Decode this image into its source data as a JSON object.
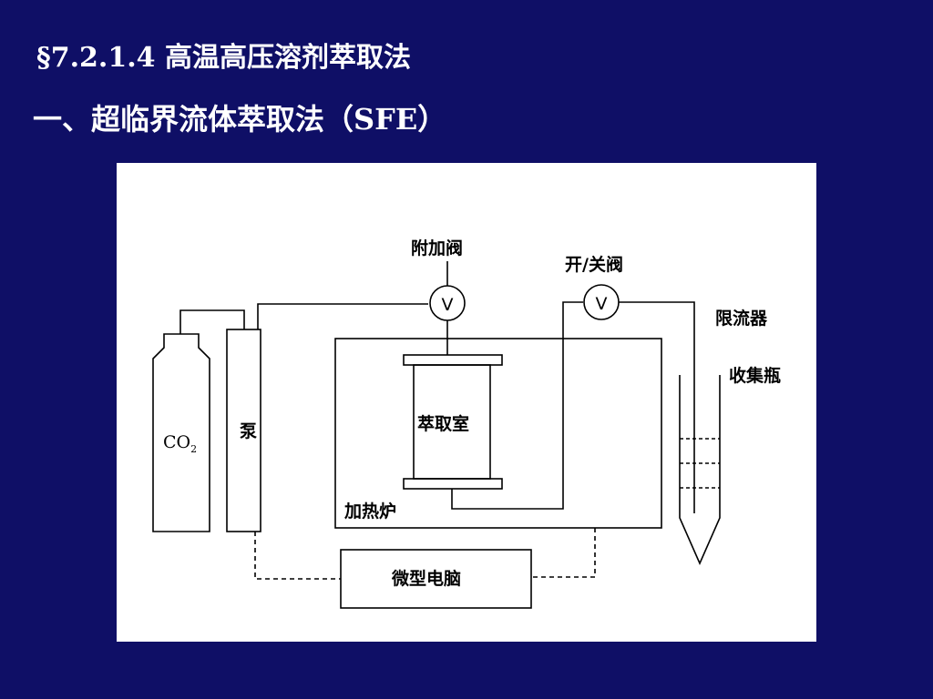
{
  "slide": {
    "section_title": "§7.2.1.4 高温高压溶剂萃取法",
    "subsection_title": "一、超临界流体萃取法（SFE）"
  },
  "diagram": {
    "labels": {
      "extra_valve": "附加阀",
      "on_off_valve": "开/关阀",
      "restrictor": "限流器",
      "collection_bottle": "收集瓶",
      "extraction_chamber": "萃取室",
      "co2": "CO",
      "co2_subscript": "2",
      "pump": "泵",
      "heating_oven": "加热炉",
      "microcomputer": "微型电脑",
      "valve_symbol": "V"
    }
  },
  "colors": {
    "background": "#0f0f66",
    "title_text": "#ffffff",
    "figure_background": "#ffffff",
    "line": "#000000"
  }
}
